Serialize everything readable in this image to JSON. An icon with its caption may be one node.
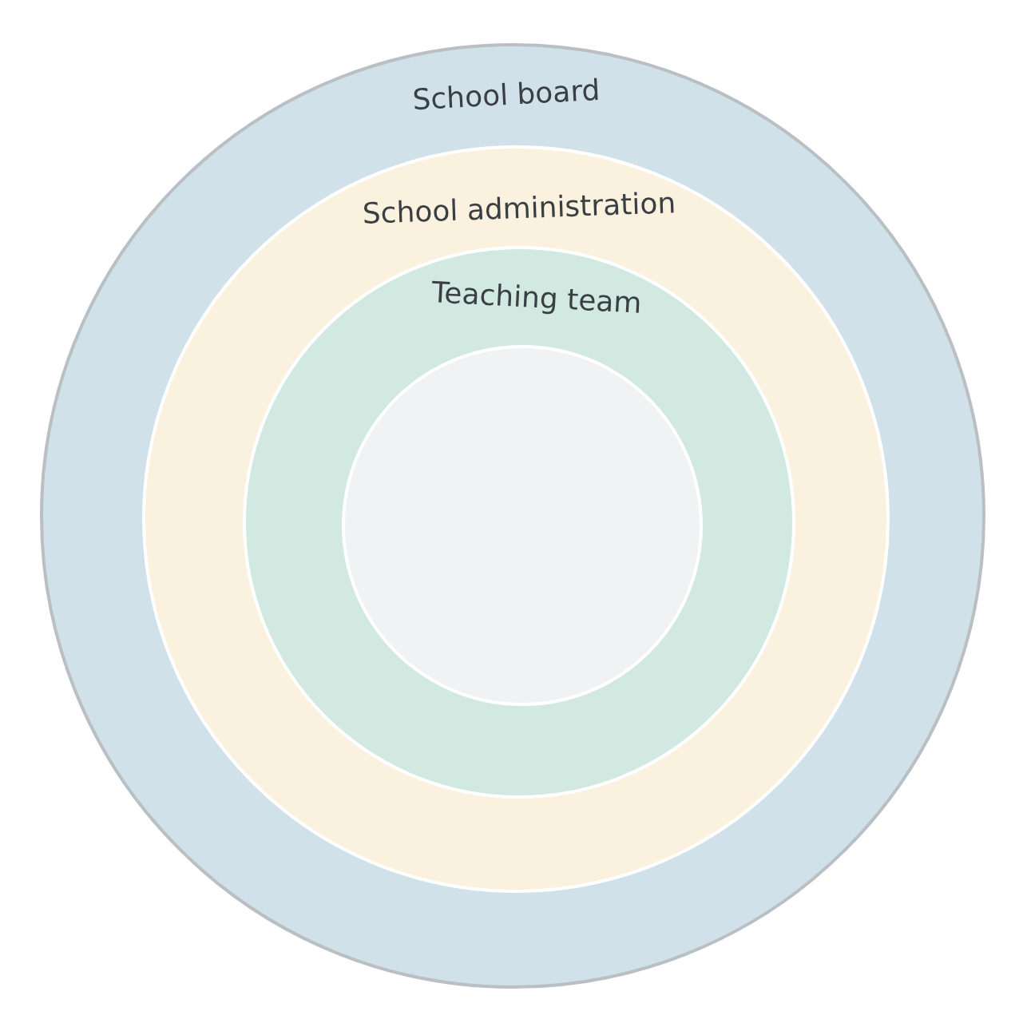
{
  "diagram": {
    "nodes": [
      {
        "text": [
          "School board"
        ]
      },
      {
        "text": [
          "School administration"
        ],
        "in": 0
      },
      {
        "text": [
          "Teaching team"
        ],
        "in": 1
      },
      {
        "text": [],
        "shape": "circle",
        "in": 2
      }
    ]
  }
}
